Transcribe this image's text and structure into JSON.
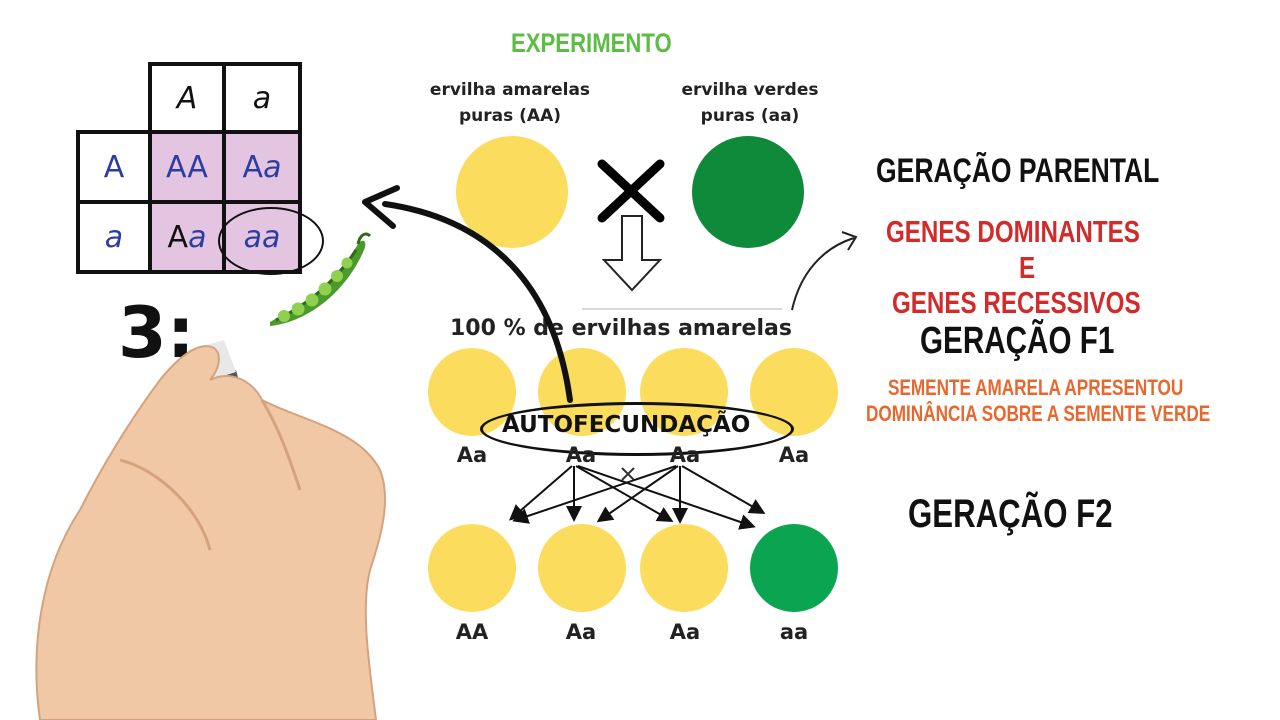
{
  "punnett": {
    "col_headers": [
      "A",
      "a"
    ],
    "row_headers": [
      "A",
      "a"
    ],
    "cells": [
      [
        {
          "up": "AA",
          "lo": ""
        },
        {
          "up": "A",
          "lo": "a"
        }
      ],
      [
        {
          "up": "A",
          "lo": "a"
        },
        {
          "up": "",
          "lo": "aa"
        }
      ]
    ]
  },
  "ratio_partial": "3:",
  "experiment": {
    "title": "EXPERIMENTO",
    "parent_left": [
      "ervilha amarelas",
      "puras (AA)"
    ],
    "parent_right": [
      "ervilha verdes",
      "puras (aa)"
    ],
    "cross_symbol": "✕",
    "f1_caption": "100 % de ervilhas amarelas",
    "self_fertilization": "AUTOFECUNDAÇÃO",
    "f1_genotypes": [
      "Aa",
      "Aa",
      "Aa",
      "Aa"
    ],
    "f2_genotypes": [
      "AA",
      "Aa",
      "Aa",
      "aa"
    ]
  },
  "right_panel": {
    "parental": "GERAÇÃO PARENTAL",
    "genes_line1": "GENES DOMINANTES",
    "genes_line2": "E",
    "genes_line3": "GENES RECESSIVOS",
    "f1": "GERAÇÃO F1",
    "note_line1": "SEMENTE AMARELA APRESENTOU",
    "note_line2": "DOMINÂNCIA SOBRE A SEMENTE VERDE",
    "f2": "GERAÇÃO F2"
  },
  "colors": {
    "yellow_pea": "#fbdc5c",
    "dark_green_pea": "#0e8a3a",
    "green_pea": "#0ba552",
    "title_green": "#5cbd44",
    "red_text": "#d22b2b",
    "orange_text": "#e8672e",
    "punnett_fill": "#e4c5e1"
  }
}
